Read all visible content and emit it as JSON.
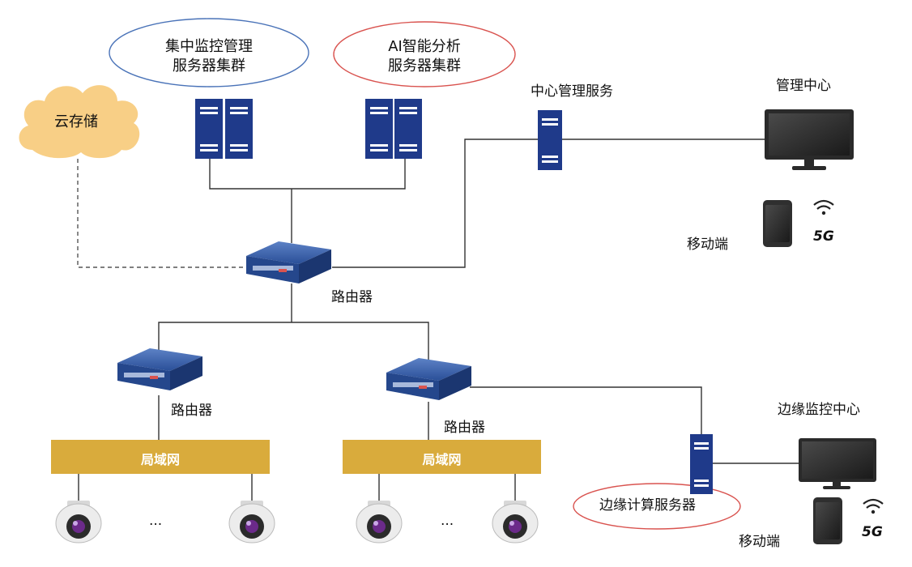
{
  "labels": {
    "central_cluster": [
      "集中监控管理",
      "服务器集群"
    ],
    "ai_cluster": [
      "AI智能分析",
      "服务器集群"
    ],
    "cloud": "云存储",
    "center_service": "中心管理服务",
    "mgmt_center": "管理中心",
    "mobile_top": "移动端",
    "fiveg_top": "5G",
    "router_main": "路由器",
    "router_left": "路由器",
    "router_right": "路由器",
    "lan_left": "局域网",
    "lan_right": "局域网",
    "edge_center": "边缘监控中心",
    "edge_server": "边缘计算服务器",
    "mobile_bottom": "移动端",
    "fiveg_bottom": "5G",
    "ellipsis_left": "...",
    "ellipsis_right": "..."
  },
  "colors": {
    "ellipse_blue": "#4a73b8",
    "ellipse_red": "#d9534f",
    "cloud": "#f8cf86",
    "server": "#1f3a8a",
    "lan_bar": "#d9ab3c",
    "line": "#333333"
  }
}
